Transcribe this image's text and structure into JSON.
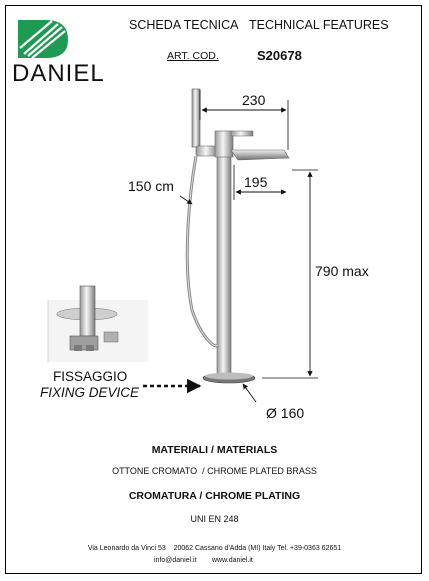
{
  "header": {
    "title_it": "SCHEDA TECNICA",
    "title_en": "TECHNICAL FEATURES",
    "art_label": "ART. COD.",
    "art_code": "S20678",
    "brand": "DANIEL"
  },
  "drawing": {
    "dim_230": "230",
    "dim_195": "195",
    "dim_150cm": "150 cm",
    "dim_790": "790 max",
    "dim_160": "Ø 160",
    "fix_it": "FISSAGGIO",
    "fix_en": "FIXING DEVICE"
  },
  "specs": {
    "materials_title": "MATERIALI / MATERIALS",
    "materials_value": "OTTONE CROMATO  / CHROME PLATED BRASS",
    "plating_title": "CROMATURA / CHROME PLATING",
    "plating_value": "UNI EN 248"
  },
  "footer": {
    "address": "Via Leonardo da Vinci 53    20062 Cassano d'Adda (MI) Italy Tel. +39-0363 62651",
    "email": "info@daniel.it",
    "web": "www.daniel.it"
  },
  "colors": {
    "brand_green": "#1f9a52",
    "text": "#111111"
  }
}
